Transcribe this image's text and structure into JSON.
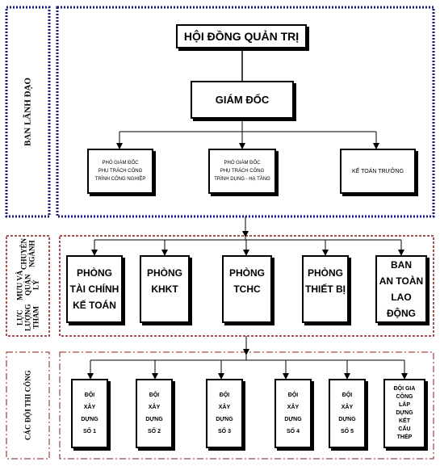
{
  "sections": {
    "leadership": "BAN LÃNH ĐẠO",
    "advisory": [
      "LỰC LƯỢNG THAM",
      "MƯU VÀ QUẢN LÝ",
      "CHUYÊN NGÀNH"
    ],
    "construction": "CÁC ĐỘI THI CÔNG"
  },
  "leadership": {
    "board": "HỘI ĐỒNG QUẢN TRỊ",
    "director": "GIÁM ĐỐC",
    "deputy_industrial": [
      "PHÓ GIÁM ĐỐC",
      "PHỤ TRÁCH CÔNG",
      "TRÌNH CÔNG NGHIỆP"
    ],
    "deputy_civil": [
      "PHÓ GIÁM ĐỐC",
      "PHỤ TRÁCH CÔNG",
      "TRÌNH DỤNG - HẠ TẦNG"
    ],
    "chief_accountant": "KẾ TOÁN TRƯỞNG"
  },
  "departments": [
    [
      "PHÒNG",
      "TÀI CHÍNH",
      "KẾ TOÁN"
    ],
    [
      "PHÒNG",
      "KHKT"
    ],
    [
      "PHÒNG",
      "TCHC"
    ],
    [
      "PHÒNG",
      "THIẾT BỊ"
    ],
    [
      "BAN",
      "AN TOÀN",
      "LAO ĐỘNG"
    ]
  ],
  "teams": [
    [
      "ĐỘI",
      "XÂY",
      "DỰNG",
      "SỐ 1"
    ],
    [
      "ĐỘI",
      "XÂY",
      "DỰNG",
      "SỐ 2"
    ],
    [
      "ĐỘI",
      "XÂY",
      "DỰNG",
      "SỐ 3"
    ],
    [
      "ĐỘI",
      "XÂY",
      "DỰNG",
      "SỐ 4"
    ],
    [
      "ĐỘI",
      "XÂY",
      "DỰNG",
      "SỐ 5"
    ],
    [
      "ĐỘI GIA",
      "CÔNG",
      "LẮP",
      "DỰNG",
      "KẾT",
      "CẤU",
      "THÉP"
    ]
  ],
  "colors": {
    "navy_border": "#1a1a7a",
    "maroon_border": "#8b1a1a",
    "ink": "#000000"
  }
}
